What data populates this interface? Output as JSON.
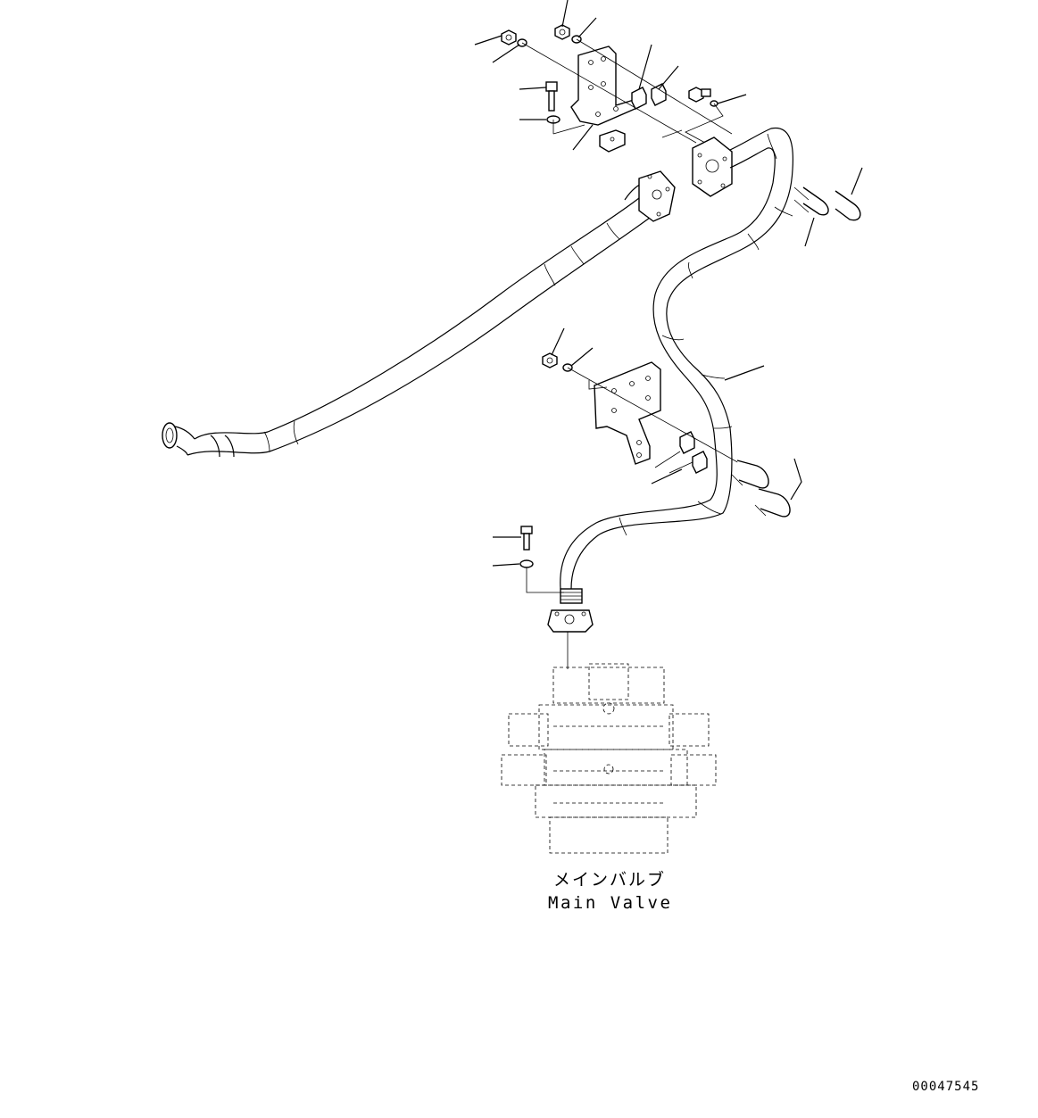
{
  "labels": {
    "component_jp": "メインバルブ",
    "component_en": "Main Valve",
    "drawing_number": "00047545"
  },
  "colors": {
    "ink": "#000000",
    "background": "#ffffff"
  }
}
